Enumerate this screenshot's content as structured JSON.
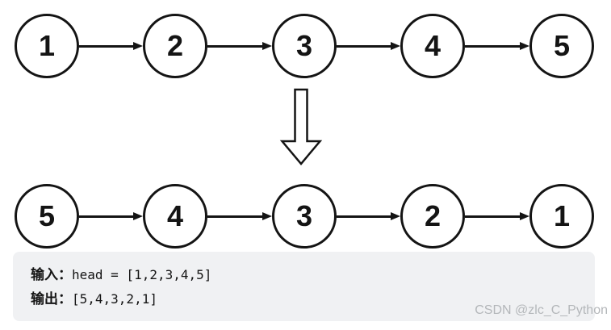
{
  "diagram": {
    "original_list": {
      "nodes": [
        "1",
        "2",
        "3",
        "4",
        "5"
      ]
    },
    "reversed_list": {
      "nodes": [
        "5",
        "4",
        "3",
        "2",
        "1"
      ]
    },
    "transform_icon": "hollow-down-arrow"
  },
  "io_panel": {
    "input_label": "输入：",
    "input_code": "head = [1,2,3,4,5]",
    "output_label": "输出：",
    "output_code": "[5,4,3,2,1]",
    "background": "#f0f1f3"
  },
  "watermark": {
    "text": "CSDN @zlc_C_Python",
    "color": "#b4b7ba"
  },
  "colors": {
    "stroke": "#141414",
    "background": "#ffffff"
  }
}
